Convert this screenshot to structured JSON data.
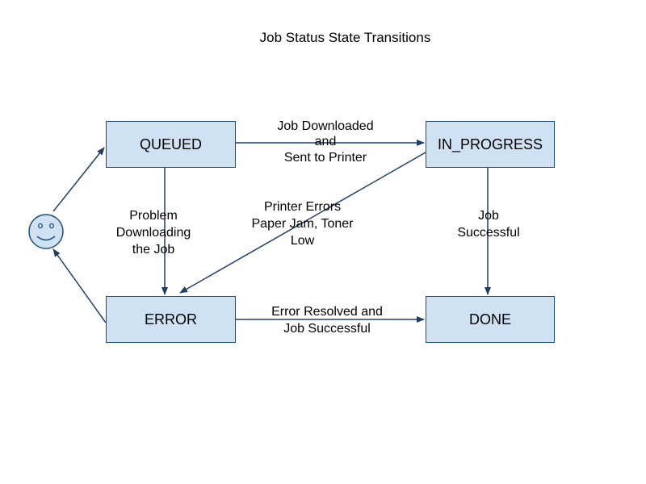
{
  "diagram": {
    "title": "Job Status State Transitions",
    "colors": {
      "box_fill": "#cfe2f3",
      "box_border": "#1f4e79",
      "arrow": "#1f3f66",
      "face_fill": "#cfe2f3"
    },
    "states": {
      "queued": "QUEUED",
      "in_progress": "IN_PROGRESS",
      "error": "ERROR",
      "done": "DONE"
    },
    "transitions": {
      "downloaded": [
        "Job Downloaded",
        "and",
        "Sent to Printer"
      ],
      "problem": [
        "Problem",
        "Downloading",
        "the Job"
      ],
      "printer_errors": [
        "Printer Errors",
        "Paper Jam, Toner",
        "Low"
      ],
      "successful": [
        "Job",
        "Successful"
      ],
      "resolved": [
        "Error Resolved and",
        "Job Successful"
      ]
    },
    "start_icon": "smiley-face-icon"
  }
}
